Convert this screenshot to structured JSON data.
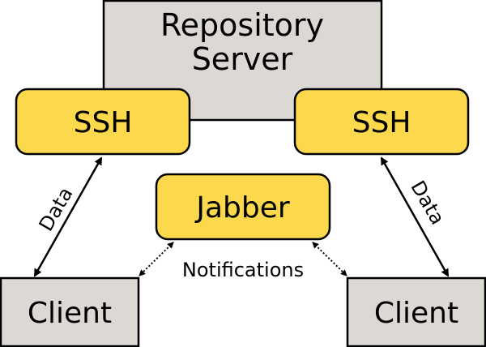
{
  "server": {
    "line1": "Repository",
    "line2": "Server"
  },
  "ssh_left": {
    "label": "SSH"
  },
  "ssh_right": {
    "label": "SSH"
  },
  "jabber": {
    "label": "Jabber"
  },
  "client_left": {
    "label": "Client"
  },
  "client_right": {
    "label": "Client"
  },
  "links": {
    "data_left": "Data",
    "data_right": "Data",
    "notifications": "Notifications"
  },
  "colors": {
    "server_fill": "#dcd8d4",
    "service_fill": "#fcd84c",
    "stroke": "#000000"
  }
}
